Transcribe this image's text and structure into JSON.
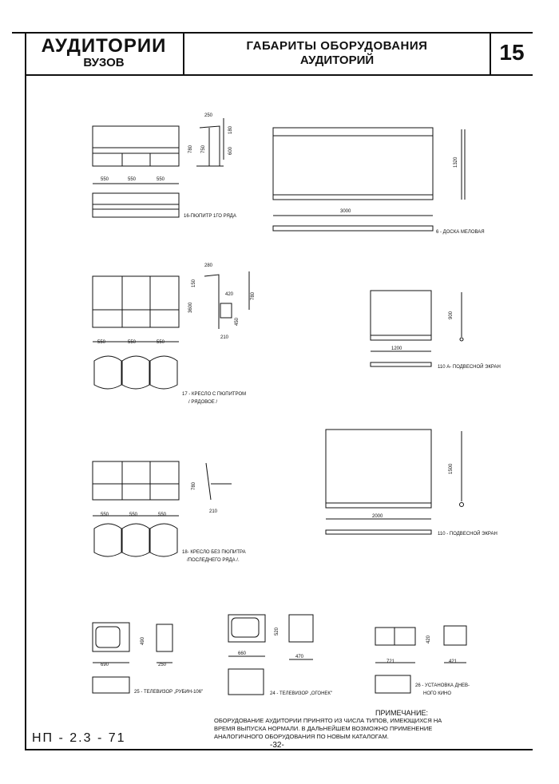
{
  "header": {
    "left_title": "АУДИТОРИИ",
    "left_subtitle": "ВУЗОВ",
    "mid_line1": "ГАБАРИТЫ ОБОРУДОВАНИЯ",
    "mid_line2": "АУДИТОРИЙ",
    "sheet_number": "15"
  },
  "items": {
    "i16": {
      "caption": "16-ПЮПИТР 1ГО РЯДА",
      "dims": [
        "550",
        "550",
        "550",
        "780",
        "750",
        "600",
        "180",
        "250"
      ]
    },
    "i6": {
      "caption": "6 - ДОСКА МЕЛОВАЯ",
      "dims": [
        "3000",
        "1320"
      ]
    },
    "i17": {
      "caption_1": "17 - КРЕСЛО С ПЮПИТРОМ",
      "caption_2": "/ РЯДОВОЕ /",
      "dims": [
        "550",
        "550",
        "550",
        "3600",
        "150",
        "780",
        "420",
        "450",
        "280",
        "210"
      ]
    },
    "i110a": {
      "caption": "110 А- ПОДВЕСНОЙ ЭКРАН",
      "dims": [
        "1200",
        "900"
      ]
    },
    "i110": {
      "caption": "110 - ПОДВЕСНОЙ ЭКРАН",
      "dims": [
        "2000",
        "1500"
      ]
    },
    "i18": {
      "caption_1": "18- КРЕСЛО БЕЗ ПЮПИТРА",
      "caption_2": "/ПОСЛЕДНЕГО РЯДА /.",
      "dims": [
        "550",
        "550",
        "550",
        "780",
        "210"
      ]
    },
    "i25": {
      "caption": "25 - ТЕЛЕВИЗОР „РУБИН-106\"",
      "dims": [
        "690",
        "490",
        "250"
      ]
    },
    "i24": {
      "caption": "24 - ТЕЛЕВИЗОР „ОГОНЕК\"",
      "dims": [
        "660",
        "520",
        "470"
      ]
    },
    "i26": {
      "caption_1": "26 - УСТАНОВКА ДНЕВ-",
      "caption_2": "НОГО КИНО",
      "dims": [
        "721",
        "420",
        "421"
      ]
    }
  },
  "note": {
    "title": "ПРИМЕЧАНИЕ:",
    "line1": "ОБОРУДОВАНИЕ АУДИТОРИИ ПРИНЯТО ИЗ ЧИСЛА ТИПОВ, ИМЕЮЩИХСЯ НА",
    "line2": "ВРЕМЯ ВЫПУСКА НОРМАЛИ. В ДАЛЬНЕЙШЕМ ВОЗМОЖНО ПРИМЕНЕНИЕ",
    "line3": "АНАЛОГИЧНОГО ОБОРУДОВАНИЯ ПО НОВЫМ КАТАЛОГАМ."
  },
  "page_number": "-32-",
  "code": "НП - 2.3 - 71"
}
